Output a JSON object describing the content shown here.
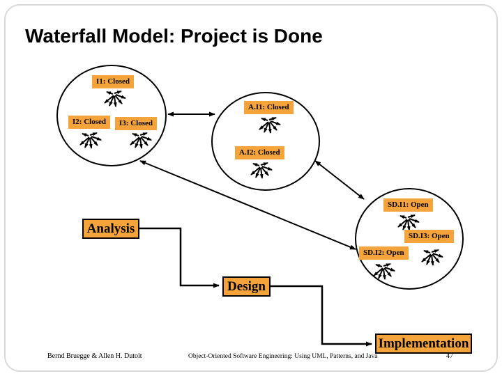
{
  "slide": {
    "title": "Waterfall Model: Project is Done",
    "colors": {
      "label_fill": "#F5A43C",
      "line": "#000000",
      "frame_border": "#d9d9d9"
    },
    "issues": [
      {
        "text": "I1: Closed"
      },
      {
        "text": "I2: Closed"
      },
      {
        "text": "I3: Closed"
      },
      {
        "text": "A.I1: Closed"
      },
      {
        "text": "A.I2: Closed"
      },
      {
        "text": "SD.I1: Open"
      },
      {
        "text": "SD.I3: Open"
      },
      {
        "text": "SD.I2: Open"
      }
    ],
    "phases": [
      {
        "label": "Analysis"
      },
      {
        "label": "Design"
      },
      {
        "label": "Implementation"
      }
    ],
    "footer": {
      "authors": "Bernd Bruegge & Allen H. Dutoit",
      "book": "Object-Oriented Software Engineering: Using UML, Patterns, and Java",
      "page": "47"
    }
  }
}
